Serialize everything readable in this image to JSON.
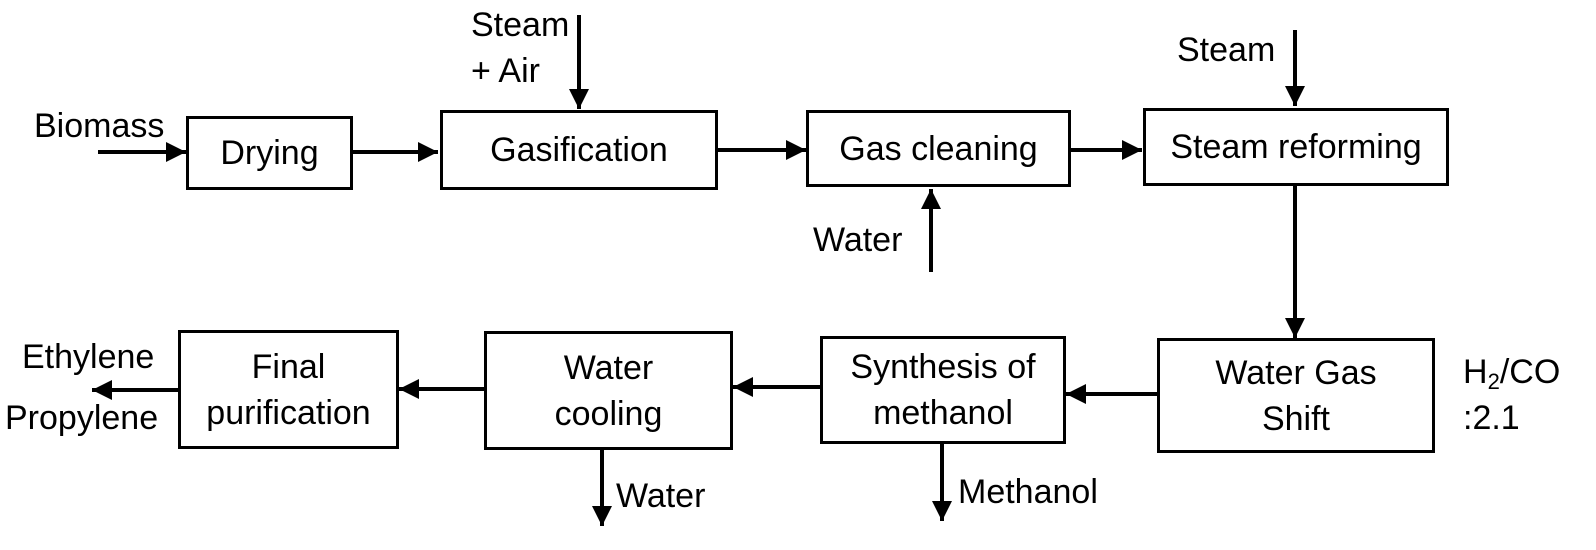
{
  "boxes": {
    "drying": "Drying",
    "gasification": "Gasification",
    "gas_cleaning": "Gas cleaning",
    "steam_reforming": "Steam reforming",
    "water_gas_shift": "Water Gas\nShift",
    "synthesis_methanol": "Synthesis of\nmethanol",
    "water_cooling": "Water\ncooling",
    "final_purification": "Final\npurification"
  },
  "inputs": {
    "biomass": "Biomass",
    "steam_air": "Steam\n+ Air",
    "steam": "Steam",
    "water_in": "Water"
  },
  "outputs": {
    "water_out": "Water",
    "methanol": "Methanol",
    "ethylene": "Ethylene",
    "propylene": "Propylene"
  },
  "ratio": {
    "h": "H",
    "sub": "2",
    "co": "/CO",
    "value": ":2.1"
  }
}
